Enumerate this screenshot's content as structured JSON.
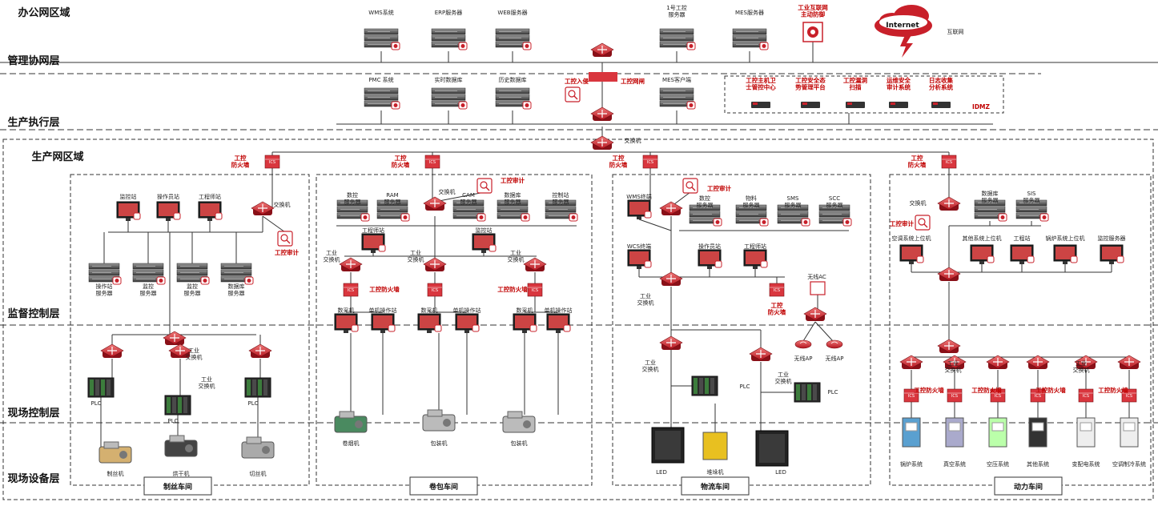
{
  "colors": {
    "accent": "#c8202a",
    "line": "#333333",
    "panel": "#f3f3f3"
  },
  "layers": {
    "office_zone": "办公网区域",
    "mgmt": "管理协网层",
    "mes": "生产执行层",
    "prod_zone": "生产网区域",
    "supervisory": "监督控制层",
    "field_control": "现场控制层",
    "field_device": "现场设备层"
  },
  "office": {
    "servers": [
      "WMS系统",
      "ERP服务器",
      "WEB服务器",
      "1号工控\n服务器",
      "MES服务器"
    ],
    "internet_node": "工业互联网\n主动防御",
    "internet": "Internet",
    "internet_label": "互联网"
  },
  "mes_layer": {
    "servers": [
      "PMC 系统",
      "实时数据库",
      "历史数据库",
      "MES客户端"
    ],
    "intrusion": "工控入侵",
    "gateway": "工控网闸",
    "dmz_items": [
      "工控主机卫\n士管控中心",
      "工控安全态\n势管理平台",
      "工控漏洞\n扫描",
      "运维安全\n审计系统",
      "日志收集\n分析系统"
    ],
    "dmz": "IDMZ"
  },
  "core_switch": "交换机",
  "labels": {
    "firewall": "工控\n防火墙",
    "audit": "工控审计",
    "switch": "交换机",
    "ind_switch": "工业\n交换机",
    "ind_firewall": "工控防火墙",
    "plc": "PLC"
  },
  "ws1": {
    "name": "制丝车间",
    "top": [
      "监控站",
      "操作员站",
      "工程师站"
    ],
    "servers": [
      "操作站\n服务器",
      "监控\n服务器",
      "监控\n服务器",
      "数据库\n服务器"
    ],
    "devices": [
      "制丝机",
      "烘干机",
      "切丝机"
    ]
  },
  "ws2": {
    "name": "卷包车间",
    "servers": [
      "数控\n服务器",
      "RAM\n服务器",
      "CAM\n服务器",
      "数据库\n服务器",
      "控制站\n服务器"
    ],
    "mid": [
      "工程师站",
      "监控站"
    ],
    "ops": [
      "数采机",
      "单机操作站",
      "数采机",
      "单机操作站",
      "数采机",
      "单机操作站"
    ],
    "devices": [
      "卷烟机",
      "包装机",
      "包装机"
    ]
  },
  "ws3": {
    "name": "物流车间",
    "servers": [
      "数控\n服务器",
      "物料\n服务器",
      "SMS\n服务器",
      "SCC\n服务器"
    ],
    "top": [
      "WMS终端",
      "WCS终端",
      "操作员站",
      "工程师站"
    ],
    "ac": "无线AC",
    "ap": [
      "无线AP",
      "无线AP"
    ],
    "devices": [
      "LED",
      "堆垛机",
      "LED"
    ]
  },
  "ws4": {
    "name": "动力车间",
    "servers": [
      "数据库\n服务器",
      "SIS\n服务器"
    ],
    "pcs": [
      "空调系统上位机",
      "其他系统上位机",
      "工程站",
      "锅炉系统上位机",
      "监控服务器"
    ],
    "devices": [
      "锅炉系统",
      "真空系统",
      "空压系统",
      "其他系统",
      "变配电系统",
      "空调制冷系统"
    ]
  }
}
